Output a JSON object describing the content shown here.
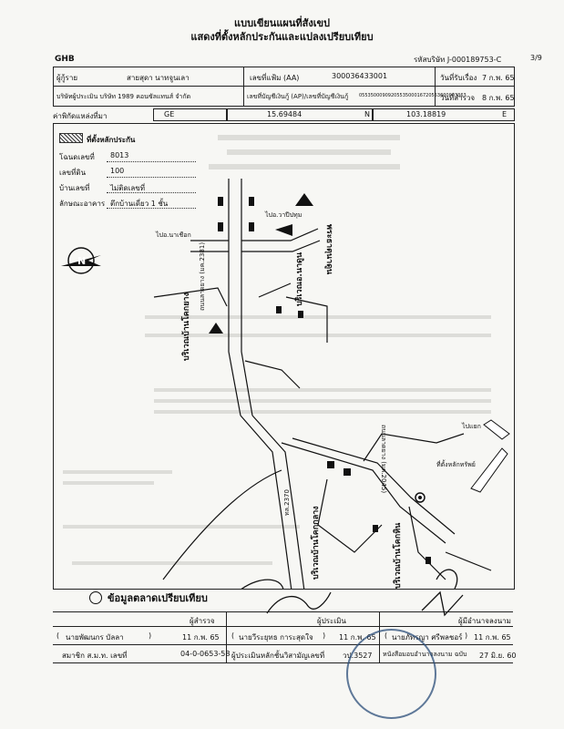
{
  "title": {
    "line1": "แบบเขียนแผนที่สังเขป",
    "line2": "แสดงที่ตั้งหลักประกันและแปลงเปรียบเทียบ"
  },
  "header": {
    "ghb": "GHB",
    "ref_label": "รหัสบริษัท J-000189753-C",
    "page": "3/9"
  },
  "info": {
    "applicant_label": "ผู้กู้ราย",
    "applicant_name": "สายสุดา นาทจูนเลา",
    "account_label": "เลขที่แฟ้ม (AA)",
    "account_no": "300036433001",
    "date_recv_label": "วันที่รับเรื่อง",
    "date_recv": "7 ก.พ. 65",
    "company_label": "บริษัทผู้ประเมิน บริษัท 1989 คอนซัลแทนส์ จำกัด",
    "bank_acct_label": "เลขที่บัญชีเงินกู้ (AP)/เลขที่บัญชีเงินกู้",
    "bank_acct_no": "0553500090920553500016720553600003363",
    "date_survey_label": "วันที่สำรวจ",
    "date_survey": "8 ก.พ. 65"
  },
  "coords": {
    "label": "ค่าพิกัดแหล่งที่มา",
    "system": "GE",
    "lat": "15.69484",
    "lat_dir": "N",
    "lon": "103.18819",
    "lon_dir": "E"
  },
  "legend": {
    "heading": "ที่ตั้งหลักประกัน",
    "rows": [
      {
        "label": "โฉนดเลขที่",
        "value": "8013"
      },
      {
        "label": "เลขที่ดิน",
        "value": "100"
      },
      {
        "label": "บ้านเลขที่",
        "value": "ไม่ติดเลขที่"
      },
      {
        "label": "ลักษณะอาคาร",
        "value": "ตึกบ้านเดี่ยว 1 ชั้น"
      }
    ]
  },
  "map": {
    "labels": {
      "road_nachueak": "ไปอ.นาเชือก",
      "rural_road": "ถนนลาดยาง (มค.2381)",
      "to_hospital": "ไปอ.วาปีปทุม",
      "ban_khok": "บริเวณบ้านโคกยาง",
      "ban_khok2": "บริเวณบ้านโคกกลาง",
      "ban_khok3": "บริเวณบ้านโคกหิน",
      "na_tao": "บริเวณอ.นาดูน",
      "phra_that": "พระธาตุนาดูน",
      "to_sai": "ไปแยก",
      "collateral": "ที่ตั้งหลักทรัพย์",
      "road_2370": "ทล.2370",
      "road_2045": "ถนนลาดยาง (มค.2045)"
    }
  },
  "comparison": {
    "heading": "ข้อมูลตลาดเปรียบเทียบ",
    "surveyor_label": "ผู้สำรวจ",
    "surveyor_name": "นายพัฒนกร บัลลา",
    "surveyor_date": "11 ก.พ. 65",
    "member_label": "สมาชิก ส.ม.ท. เลขที่",
    "member_no": "04-0-0653-58",
    "appraiser_label": "ผู้ประเมิน",
    "appraiser_name": "นายวีระยุทธ การะสุดใจ",
    "appraiser_date": "11 ก.พ. 65",
    "appraiser_role": "ผู้ประเมินหลักชั้นวิสามัญเลขที่",
    "appraiser_no": "วป.3527",
    "approver_label": "ผู้มีอำนาจลงนาม",
    "approver_name": "นายภัทรญา ศรีพลชอร์",
    "approver_date": "11 ก.พ. 65",
    "approver_role": "หนังสือมอบอำนาจลงนาม ฉบับ",
    "approver_issue": "27 มิ.ย. 60"
  }
}
